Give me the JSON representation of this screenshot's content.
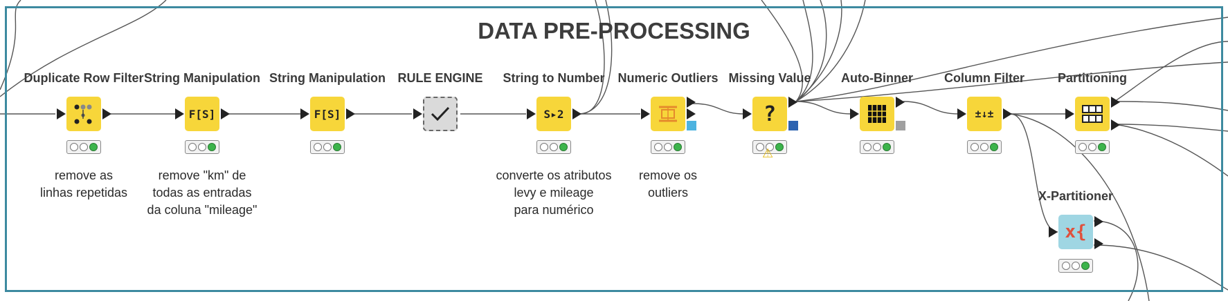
{
  "annotation": {
    "title": "DATA PRE-PROCESSING"
  },
  "nodes": [
    {
      "name": "Duplicate Row Filter",
      "icon": "duplicate-row-icon",
      "description": "remove as\nlinhas repetidas"
    },
    {
      "name": "String Manipulation",
      "icon": "string-manipulation-icon",
      "icon_text": "F[S]",
      "description": "remove \"km\" de\ntodas as entradas\nda coluna \"mileage\""
    },
    {
      "name": "String Manipulation",
      "icon": "string-manipulation-icon",
      "icon_text": "F[S]",
      "description": ""
    },
    {
      "name": "RULE ENGINE",
      "icon": "checkmark-icon",
      "description": ""
    },
    {
      "name": "String to Number",
      "icon": "string-to-number-icon",
      "icon_text": "S▸2",
      "description": "converte os atributos\nlevy e mileage\npara numérico"
    },
    {
      "name": "Numeric Outliers",
      "icon": "outliers-icon",
      "description": "remove os\noutliers"
    },
    {
      "name": "Missing Value",
      "icon": "question-mark-icon",
      "icon_text": "?",
      "description": "",
      "warning": true
    },
    {
      "name": "Auto-Binner",
      "icon": "binner-icon",
      "description": ""
    },
    {
      "name": "Column Filter",
      "icon": "column-filter-icon",
      "icon_text": "±↓±",
      "description": ""
    },
    {
      "name": "Partitioning",
      "icon": "partitioning-icon",
      "description": ""
    },
    {
      "name": "X-Partitioner",
      "icon": "x-partitioner-icon",
      "icon_text": "x{",
      "description": ""
    }
  ],
  "colors": {
    "node_yellow": "#f7d63a",
    "frame_border": "#3d8aa0",
    "status_green": "#3cb44b",
    "port_blue": "#4db3e0",
    "port_darkblue": "#2d63b0",
    "port_gray": "#a0a0a0"
  }
}
